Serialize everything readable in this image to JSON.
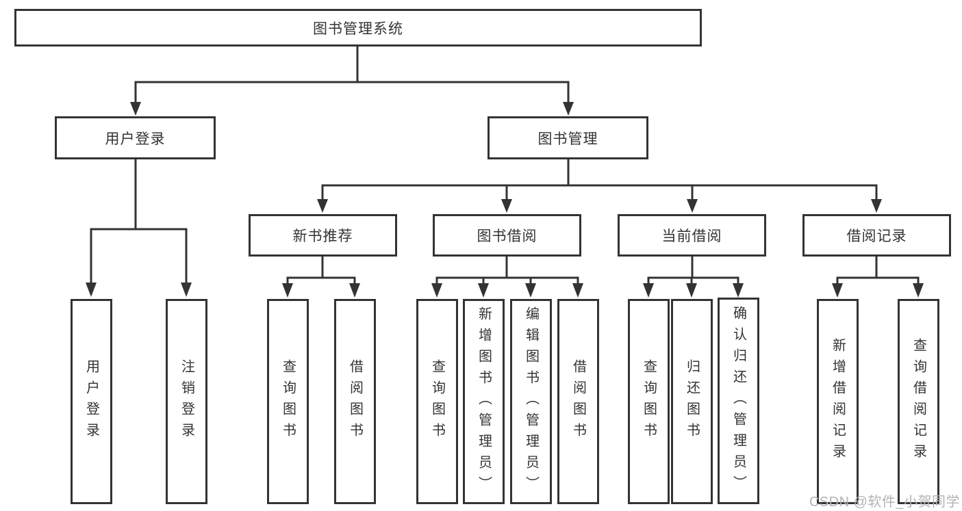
{
  "tree": {
    "root": "图书管理系统",
    "branches": [
      {
        "label": "用户登录",
        "children": [
          "用户登录",
          "注销登录"
        ]
      },
      {
        "label": "图书管理",
        "sections": [
          {
            "label": "新书推荐",
            "children": [
              "查询图书",
              "借阅图书"
            ]
          },
          {
            "label": "图书借阅",
            "children": [
              "查询图书",
              "新增图书（管理员）",
              "编辑图书（管理员）",
              "借阅图书"
            ]
          },
          {
            "label": "当前借阅",
            "children": [
              "查询图书",
              "归还图书",
              "确认归还（管理员）"
            ]
          },
          {
            "label": "借阅记录",
            "children": [
              "新增借阅记录",
              "查询借阅记录"
            ]
          }
        ]
      }
    ]
  },
  "watermark": {
    "text": "CSDN @软件_小贺同学"
  },
  "colors": {
    "line": "#333333",
    "box_border": "#333333",
    "text": "#333333",
    "watermark": "#b3b3b6",
    "background": "#ffffff"
  }
}
